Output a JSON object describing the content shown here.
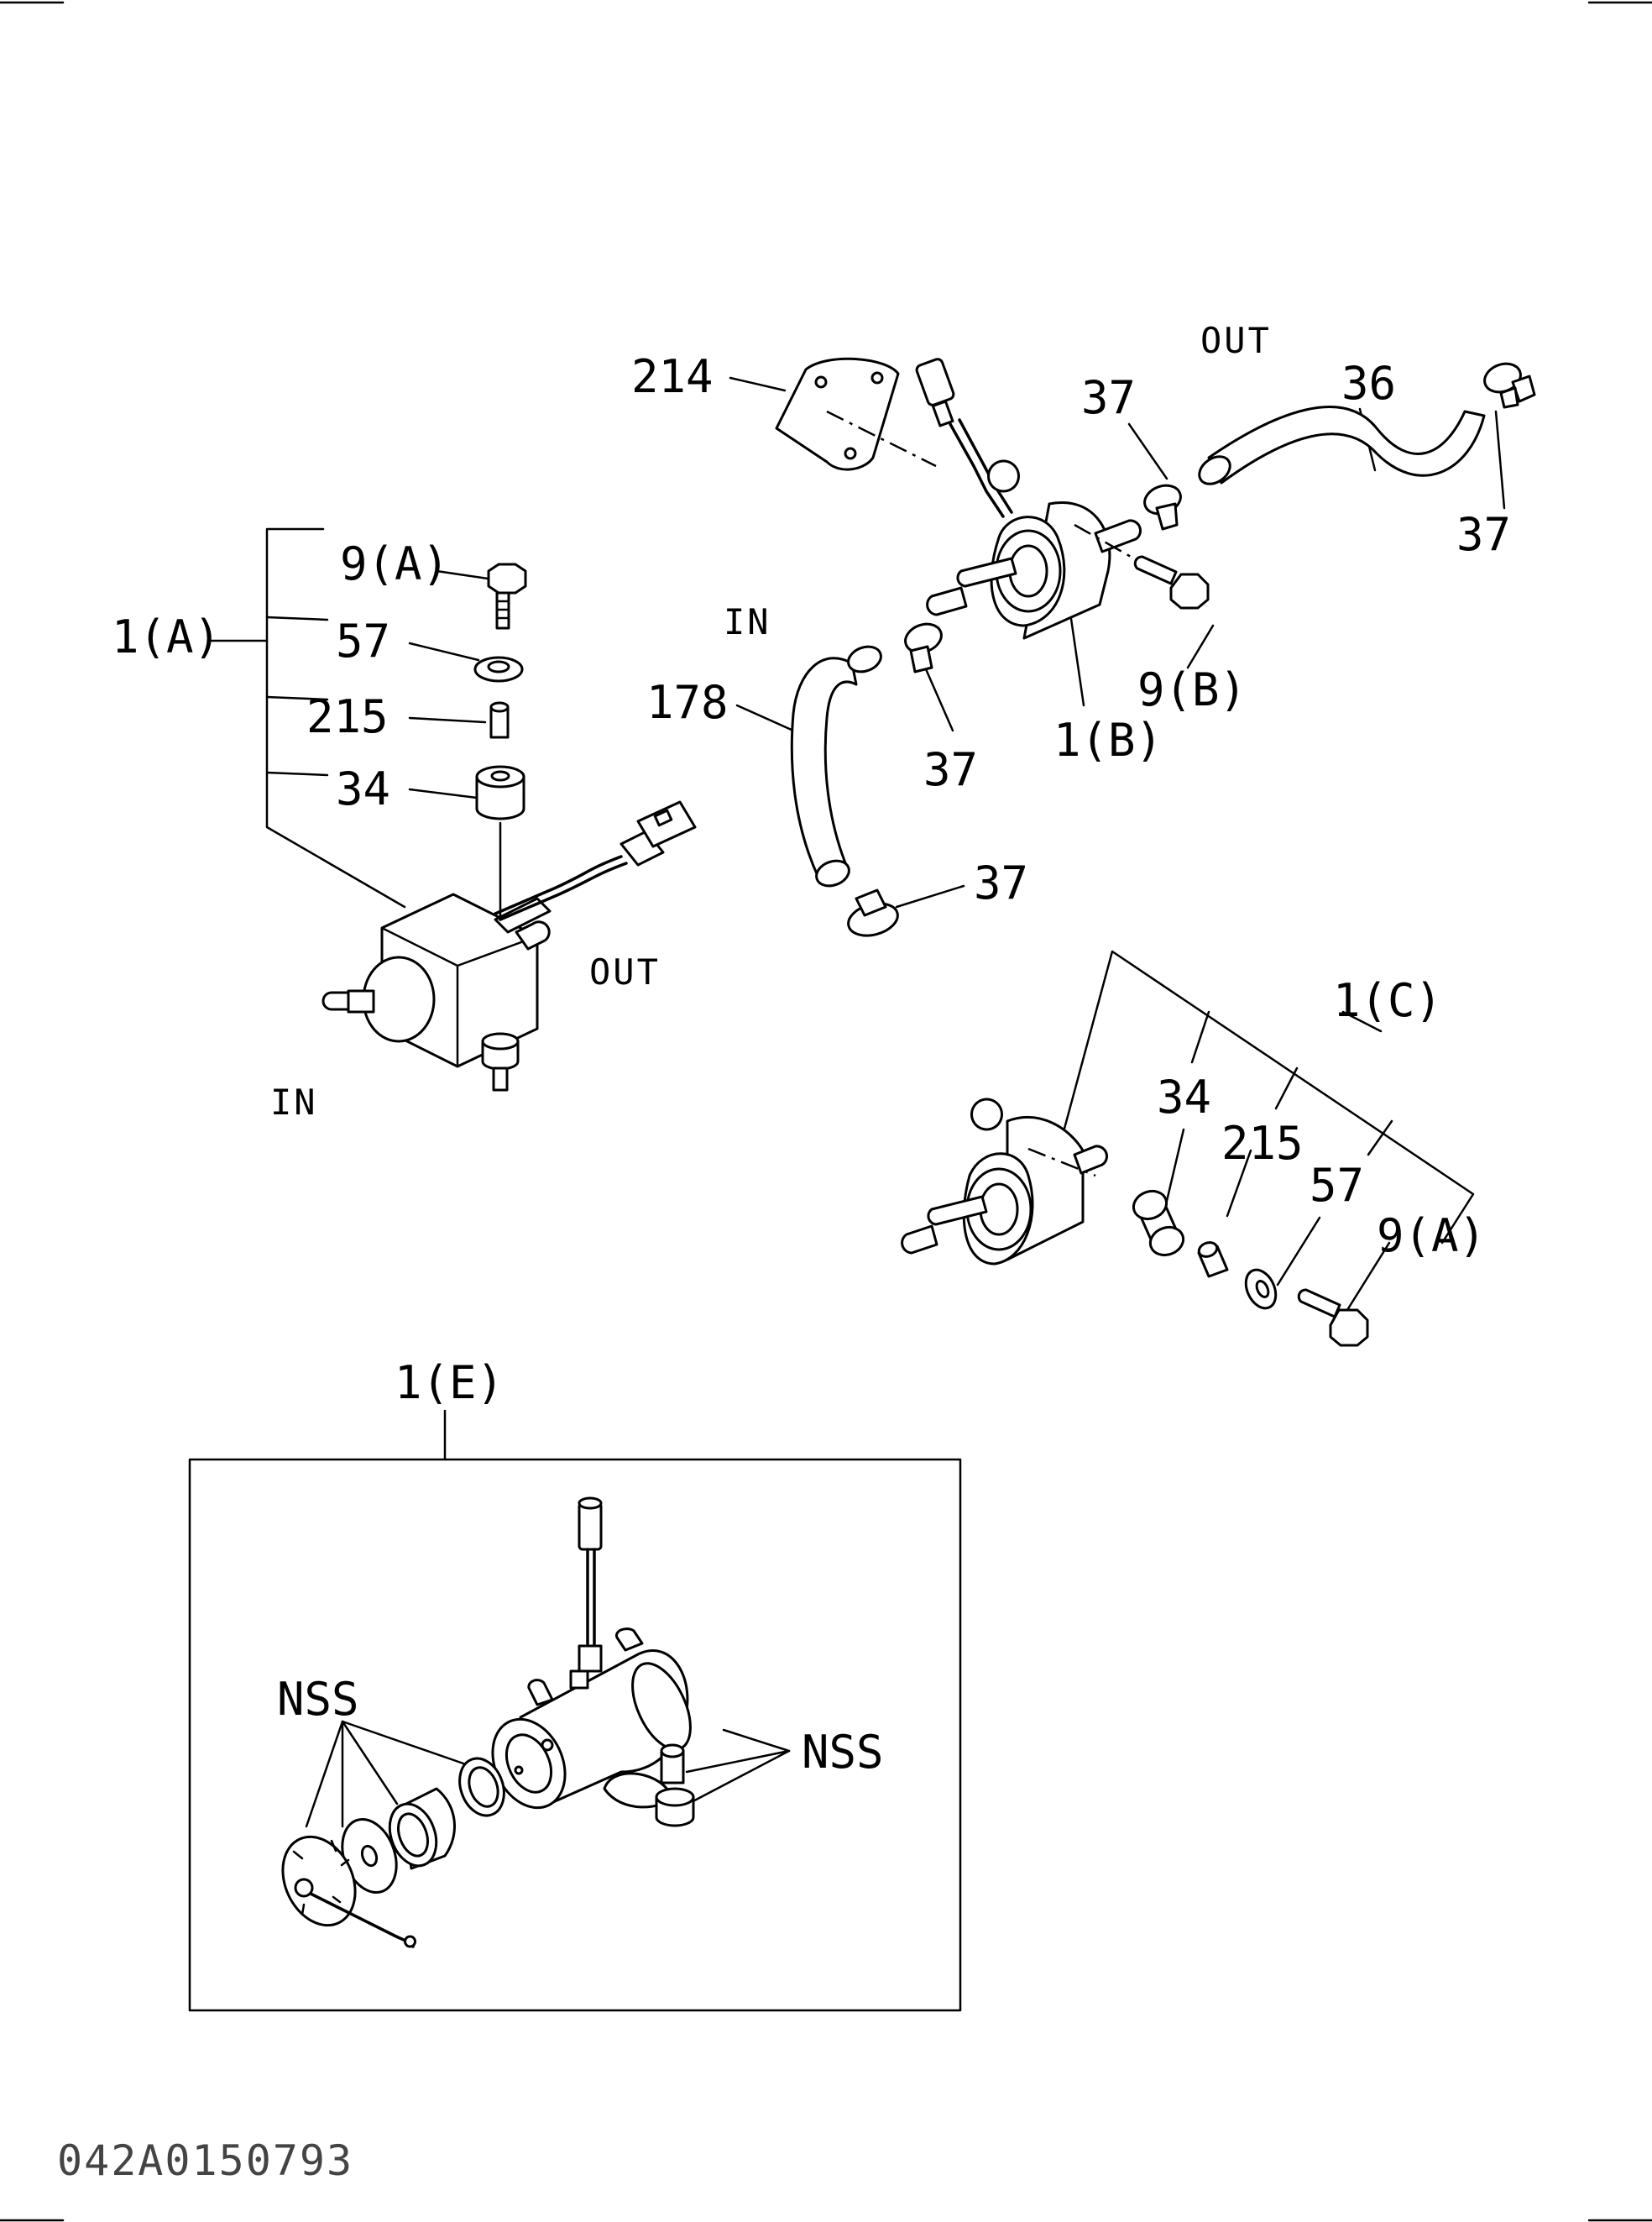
{
  "labels": {
    "a_9a": "9(A)",
    "a_1a": "1(A)",
    "a_57": "57",
    "a_215": "215",
    "a_34": "34",
    "a_out": "OUT",
    "a_in": "IN",
    "b_214": "214",
    "b_out": "OUT",
    "b_37_top": "37",
    "b_36": "36",
    "b_37_right": "37",
    "b_in": "IN",
    "b_178": "178",
    "b_9b": "9(B)",
    "b_1b": "1(B)",
    "b_37_mid": "37",
    "b_37_low": "37",
    "c_1c": "1(C)",
    "c_34": "34",
    "c_215": "215",
    "c_57": "57",
    "c_9a": "9(A)",
    "e_1e": "1(E)",
    "e_nss_left": "NSS",
    "e_nss_right": "NSS"
  },
  "drawing_code": "042A0150793"
}
